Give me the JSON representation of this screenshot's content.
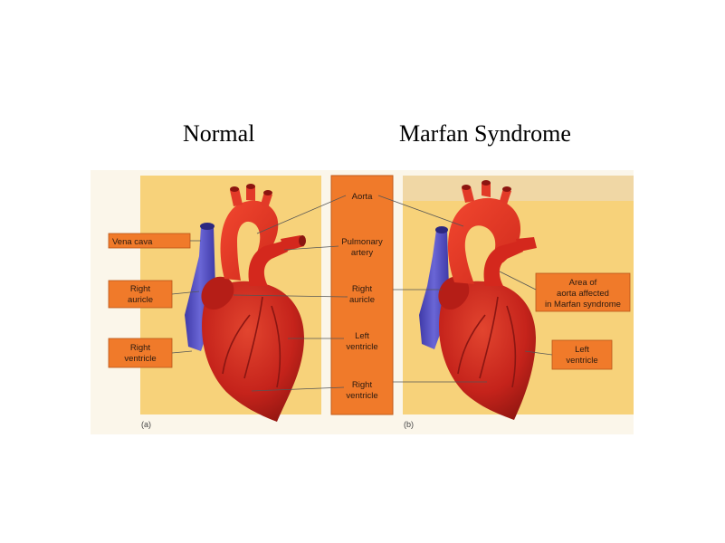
{
  "headings": {
    "left": "Normal",
    "right": "Marfan Syndrome"
  },
  "figure": {
    "panel_labels": [
      "(a)",
      "(b)"
    ],
    "left_callouts": {
      "vena_cava": [
        "Vena cava"
      ],
      "right_auricle": [
        "Right",
        "auricle"
      ],
      "right_ventricle": [
        "Right",
        "ventricle"
      ]
    },
    "center_callouts": {
      "aorta": [
        "Aorta"
      ],
      "pulmonary_artery": [
        "Pulmonary",
        "artery"
      ],
      "right_auricle": [
        "Right",
        "auricle"
      ],
      "left_ventricle": [
        "Left",
        "ventricle"
      ],
      "right_ventricle": [
        "Right",
        "ventricle"
      ]
    },
    "right_callouts": {
      "aorta_affected": [
        "Area of",
        "aorta affected",
        "in Marfan syndrome"
      ],
      "left_ventricle": [
        "Left",
        "ventricle"
      ]
    },
    "colors": {
      "callout_box": "#f07a2a",
      "panel_background": "#f7d27a",
      "heart_red": "#c9231c",
      "vein_blue": "#5a55c8"
    }
  }
}
